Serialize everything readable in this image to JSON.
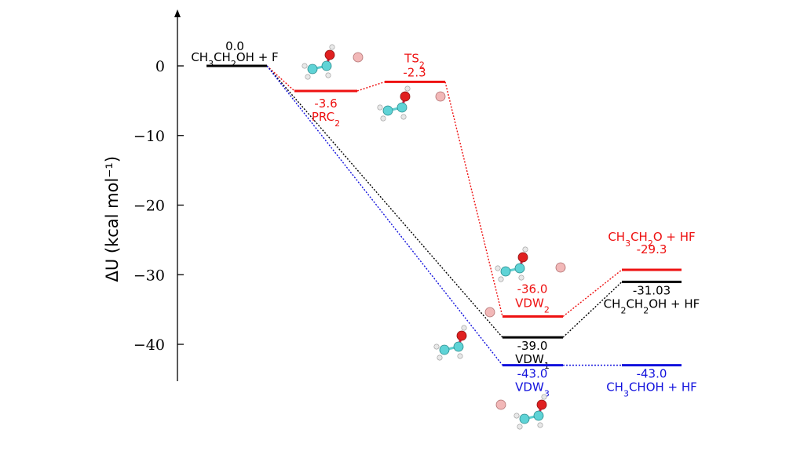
{
  "chart_data": {
    "type": "energy-level-diagram",
    "ylabel": "ΔU (kcal mol⁻¹)",
    "ylim": [
      -45,
      8
    ],
    "yticks": [
      0,
      -10,
      -20,
      -30,
      -40
    ],
    "yticklabels": [
      "0",
      "−10",
      "−20",
      "−30",
      "−40"
    ],
    "series_colors": {
      "black": "#000000",
      "red": "#ee1111",
      "blue": "#1111dd"
    },
    "levels": [
      {
        "id": "reactant",
        "energy": 0.0,
        "value_label": "0.0",
        "name_label": "CH3CH2OH + F",
        "color": "black"
      },
      {
        "id": "prc2",
        "energy": -3.6,
        "value_label": "-3.6",
        "name_label": "PRC2",
        "color": "red"
      },
      {
        "id": "ts2",
        "energy": -2.3,
        "value_label": "-2.3",
        "name_label": "TS2",
        "color": "red"
      },
      {
        "id": "vdw2",
        "energy": -36.0,
        "value_label": "-36.0",
        "name_label": "VDW2",
        "color": "red"
      },
      {
        "id": "vdw1",
        "energy": -39.0,
        "value_label": "-39.0",
        "name_label": "VDW1",
        "color": "black"
      },
      {
        "id": "vdw3",
        "energy": -43.0,
        "value_label": "-43.0",
        "name_label": "VDW3",
        "color": "blue"
      },
      {
        "id": "prod_red",
        "energy": -29.3,
        "value_label": "-29.3",
        "name_label": "CH3CH2O + HF",
        "color": "red"
      },
      {
        "id": "prod_black",
        "energy": -31.03,
        "value_label": "-31.03",
        "name_label": "CH2CH2OH + HF",
        "color": "black"
      },
      {
        "id": "prod_blue",
        "energy": -43.0,
        "value_label": "-43.0",
        "name_label": "CH3CHOH + HF",
        "color": "blue"
      }
    ],
    "connections": [
      {
        "from": "reactant",
        "to": "prc2",
        "color": "red"
      },
      {
        "from": "prc2",
        "to": "ts2",
        "color": "red"
      },
      {
        "from": "ts2",
        "to": "vdw2",
        "color": "red"
      },
      {
        "from": "vdw2",
        "to": "prod_red",
        "color": "red"
      },
      {
        "from": "reactant",
        "to": "vdw1",
        "color": "black"
      },
      {
        "from": "vdw1",
        "to": "prod_black",
        "color": "black"
      },
      {
        "from": "reactant",
        "to": "vdw3",
        "color": "blue"
      },
      {
        "from": "vdw3",
        "to": "prod_blue",
        "color": "blue"
      }
    ]
  }
}
